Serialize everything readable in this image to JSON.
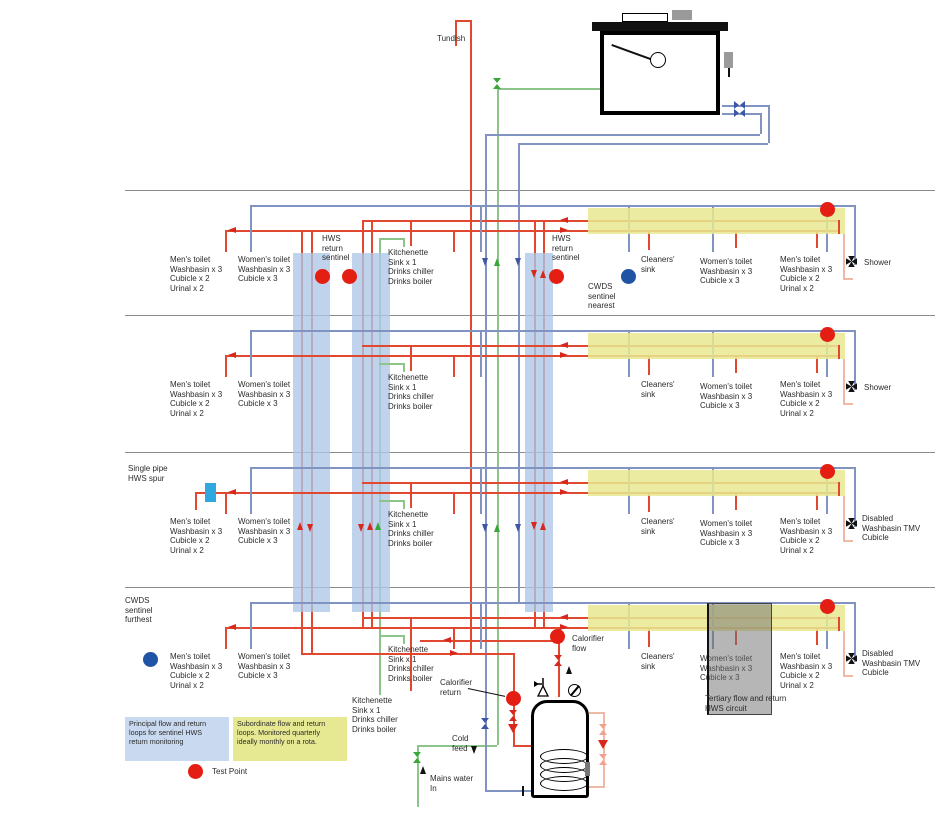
{
  "legend": {
    "principal": "Principal flow and return\nloops for sentinel HWS\nreturn monitoring",
    "subordinate": "Subordinate flow and return\nloops. Monitored quarterly\nideally monthly on a rota.",
    "test_point": "Test Point"
  },
  "labels": {
    "tundish": "Tundish",
    "single_pipe_spur": "Single pipe\nHWS spur",
    "hws_return_sentinel": "HWS\nreturn\nsentinel",
    "cwds_sentinel_nearest": "CWDS\nsentinel\nnearest",
    "cwds_sentinel_furthest": "CWDS\nsentinel\nfurthest",
    "tertiary_circuit": "Tertiary flow and return\nHWS circuit",
    "calorifier_flow": "Calorifier\nflow",
    "calorifier_return": "Calorifier\nreturn",
    "cold_feed": "Cold\nfeed",
    "mains_water_in": "Mains water\nIn"
  },
  "fixtures": {
    "mens_toilet": "Men's toilet\nWashbasin x 3\nCubicle x 2\nUrinal x 2",
    "womens_toilet": "Women's toilet\nWashbasin x 3\nCubicle x 3",
    "kitchenette": "Kitchenette\nSink x 1\nDrinks chiller\nDrinks boiler",
    "cleaners_sink": "Cleaners'\nsink",
    "shower": "Shower",
    "disabled_tmv": "Disabled\nWashbasin TMV\nCubicle"
  },
  "colors": {
    "hws_pipe": "#e0492f",
    "cwds_pipe": "#8193c0",
    "mains_pipe": "#8cc48a",
    "principal_band": "#aec7e8",
    "subordinate_band": "#e7e992",
    "test_point": "#e41e12",
    "cwds_sentinel_dot": "#2053a4",
    "spur_marker": "#2fa8e0"
  }
}
